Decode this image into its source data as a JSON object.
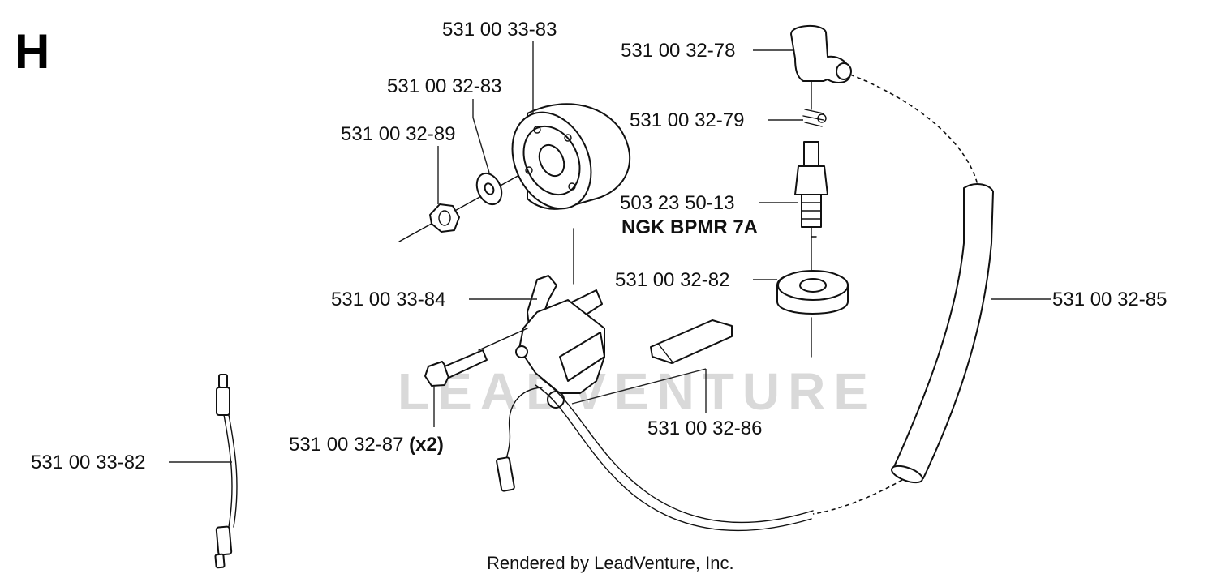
{
  "section_letter": "H",
  "watermark": "LEADVENTURE",
  "credit": "Rendered by LeadVenture, Inc.",
  "labels": {
    "flywheel": "531 00 33-83",
    "washer": "531 00 32-83",
    "nut": "531 00 32-89",
    "boot": "531 00 32-78",
    "spring": "531 00 32-79",
    "spark_plug": "503 23 50-13",
    "spark_plug_type": "NGK BPMR 7A",
    "insulator": "531 00 32-82",
    "ignition_module": "531 00 33-84",
    "hose": "531 00 32-85",
    "bolt": "531 00 32-87",
    "bolt_qty": "(x2)",
    "spacer": "531 00 32-86",
    "short_cable": "531 00 33-82"
  }
}
